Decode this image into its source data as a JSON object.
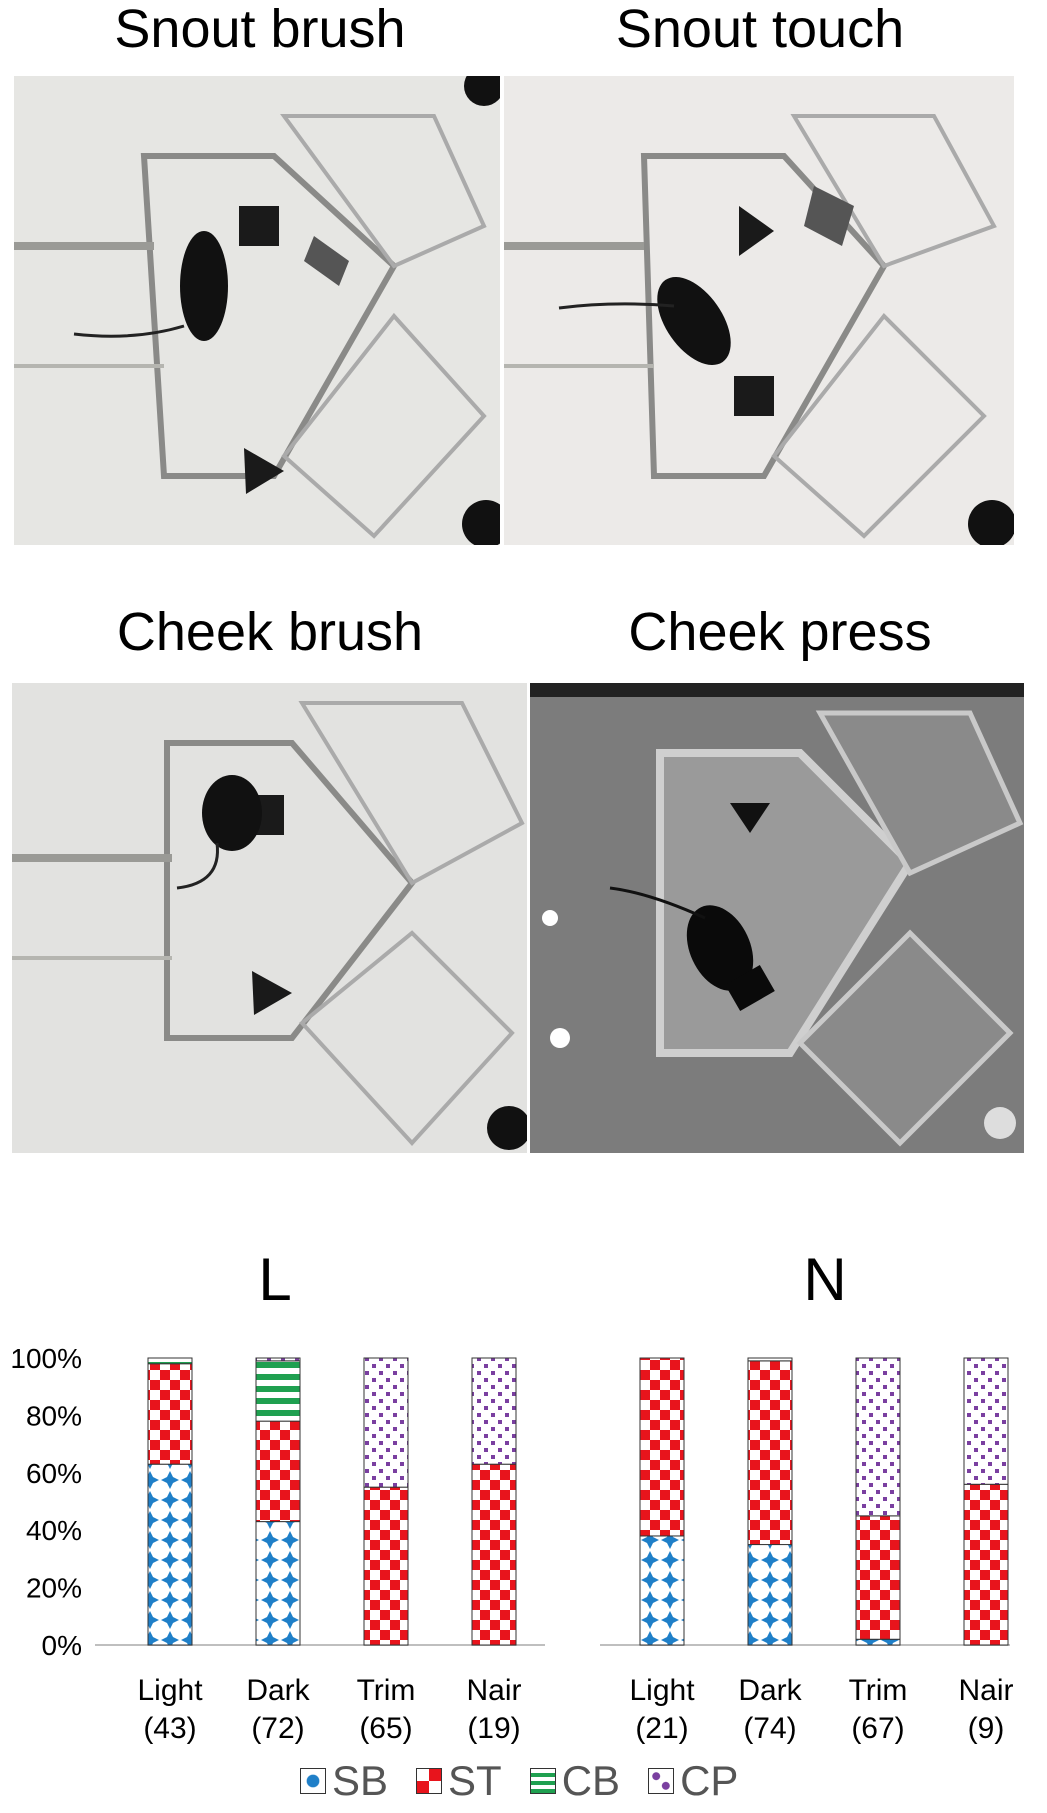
{
  "photos": [
    {
      "title": "Snout brush"
    },
    {
      "title": "Snout touch"
    },
    {
      "title": "Cheek brush"
    },
    {
      "title": "Cheek press"
    }
  ],
  "chart_data": [
    {
      "type": "bar",
      "title": "L",
      "categories": [
        "Light",
        "Dark",
        "Trim",
        "Nair"
      ],
      "counts": [
        "(43)",
        "(72)",
        "(65)",
        "(19)"
      ],
      "ylim": [
        0,
        100
      ],
      "yticks": [
        "0%",
        "20%",
        "40%",
        "60%",
        "80%",
        "100%"
      ],
      "series": [
        {
          "name": "SB",
          "values": [
            63,
            43,
            0,
            0
          ]
        },
        {
          "name": "ST",
          "values": [
            35,
            35,
            55,
            63
          ]
        },
        {
          "name": "CB",
          "values": [
            2,
            21,
            0,
            0
          ]
        },
        {
          "name": "CP",
          "values": [
            0,
            1,
            45,
            37
          ]
        }
      ]
    },
    {
      "type": "bar",
      "title": "N",
      "categories": [
        "Light",
        "Dark",
        "Trim",
        "Nair"
      ],
      "counts": [
        "(21)",
        "(74)",
        "(67)",
        "(9)"
      ],
      "ylim": [
        0,
        100
      ],
      "series": [
        {
          "name": "SB",
          "values": [
            38,
            35,
            2,
            0
          ]
        },
        {
          "name": "ST",
          "values": [
            62,
            64,
            43,
            56
          ]
        },
        {
          "name": "CB",
          "values": [
            0,
            1,
            0,
            0
          ]
        },
        {
          "name": "CP",
          "values": [
            0,
            0,
            55,
            44
          ]
        }
      ]
    }
  ],
  "legend": [
    {
      "label": "SB",
      "color": "#1f7fc8"
    },
    {
      "label": "ST",
      "color": "#e8141c"
    },
    {
      "label": "CB",
      "color": "#1fa050"
    },
    {
      "label": "CP",
      "color": "#7a3fa0"
    }
  ]
}
